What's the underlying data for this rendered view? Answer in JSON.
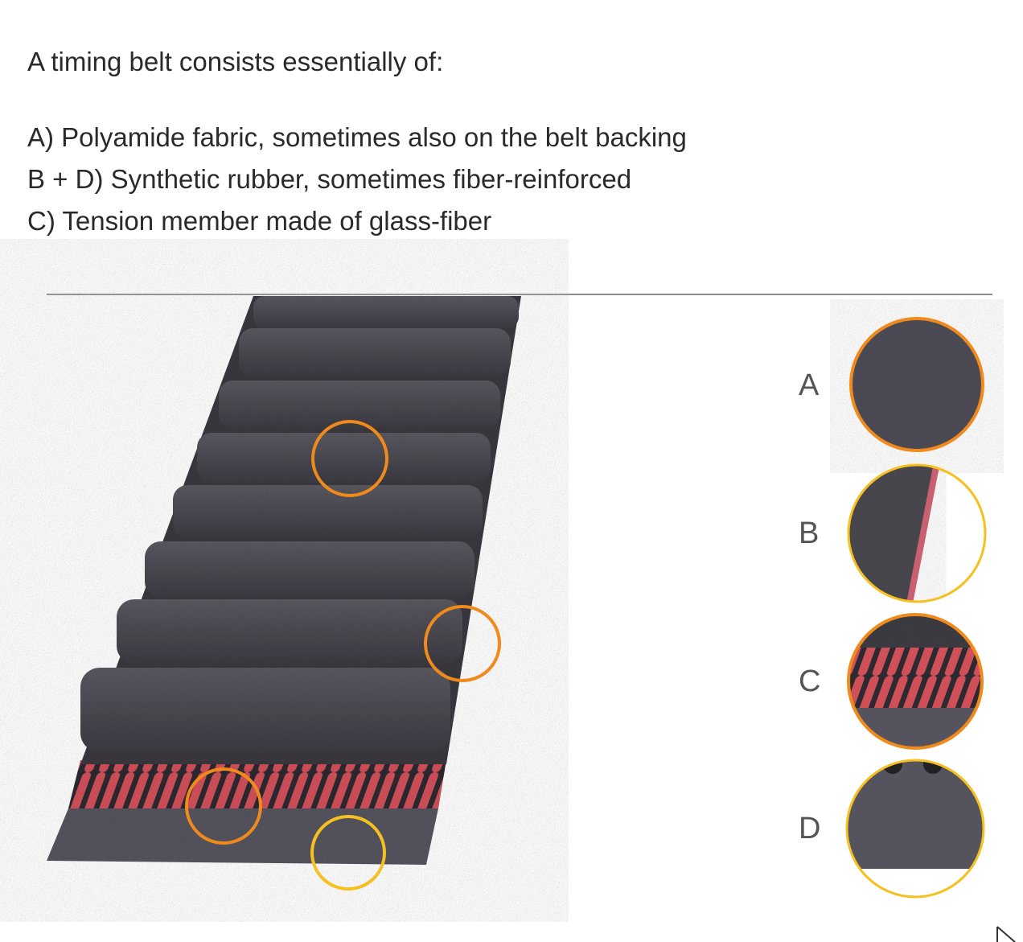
{
  "intro": "A timing belt consists essentially of:",
  "items": [
    "A) Polyamide fabric, sometimes also on the belt backing",
    "B + D) Synthetic rubber, sometimes fiber-reinforced",
    "C) Tension member made of glass-fiber"
  ],
  "detail_labels": [
    "A",
    "B",
    "C",
    "D"
  ],
  "colors": {
    "belt": "#4a4850",
    "cord": "#d0505a",
    "highlight": "#f08a1c",
    "backing": "#55545e"
  }
}
